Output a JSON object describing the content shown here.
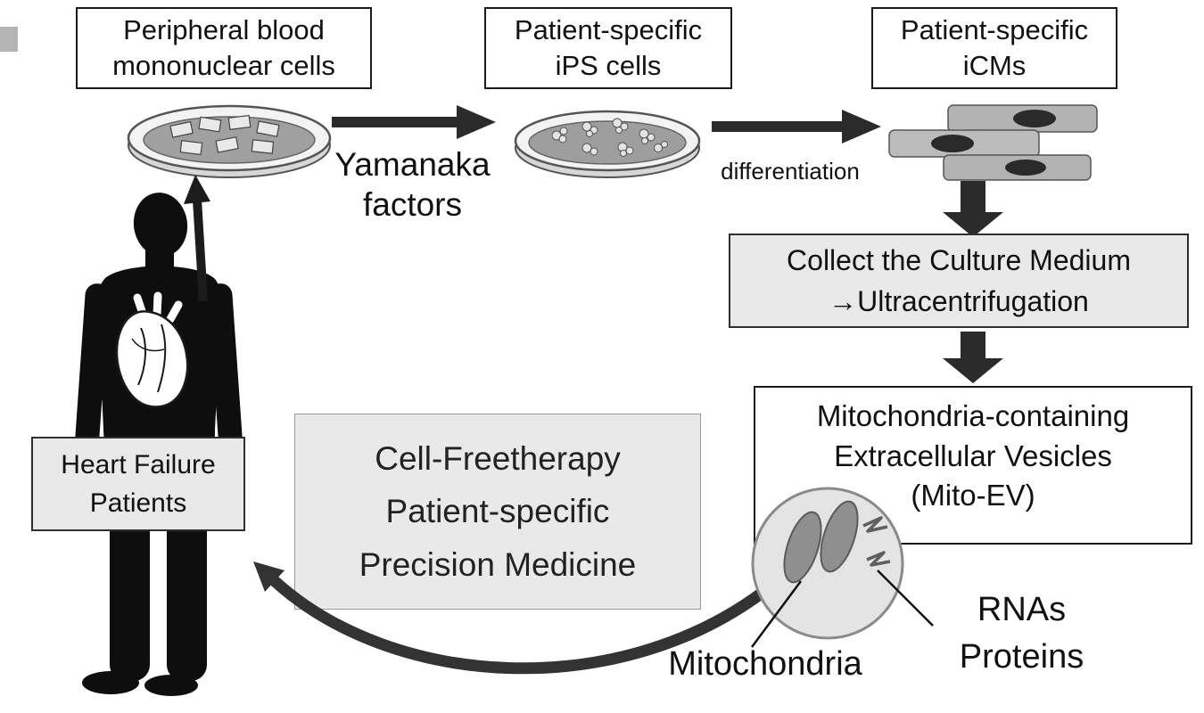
{
  "colors": {
    "background": "#ffffff",
    "box_border": "#1a1a1a",
    "gray_box_bg": "#e9e9e9",
    "text": "#111111",
    "arrow": "#2b2b2b",
    "dish_inner": "#a0a0a0",
    "cell_fill": "#b3b3b3",
    "vesicle_fill": "#e4e4e4",
    "mitochondria_fill": "#8f8f8f",
    "silhouette": "#0e0e0e"
  },
  "top_boxes": [
    {
      "id": "pbmc",
      "lines": [
        "Peripheral blood",
        "mononuclear cells"
      ]
    },
    {
      "id": "ips",
      "lines": [
        "Patient-specific",
        "iPS cells"
      ]
    },
    {
      "id": "icm",
      "lines": [
        "Patient-specific",
        "iCMs"
      ]
    }
  ],
  "labels": {
    "yamanaka": [
      "Yamanaka",
      "factors"
    ],
    "differentiation": "differentiation"
  },
  "collect_box": {
    "lines": [
      "Collect the Culture Medium",
      "→Ultracentrifugation"
    ]
  },
  "mito_ev_box": {
    "lines": [
      "Mitochondria-containing",
      "Extracellular Vesicles",
      "(Mito-EV)"
    ]
  },
  "therapy_box": {
    "lines": [
      "Cell-Freetherapy",
      "Patient-specific",
      "Precision Medicine"
    ]
  },
  "patient_box": {
    "lines": [
      "Heart Failure",
      "Patients"
    ]
  },
  "vesicle_labels": {
    "mitochondria": "Mitochondria",
    "rnas": "RNAs",
    "proteins": "Proteins"
  },
  "icons": {
    "petri_dish": "ellipse-culture-dish",
    "ips_colonies": "dotted-cell-clusters",
    "cardiomyocytes": "elongated-gray-cells-with-nuclei",
    "patient_silhouette": "black-human-figure",
    "heart": "anatomical-heart-outline",
    "vesicle": "circle-with-mitochondria-and-rna",
    "mitochondria_shape": "tilted-dark-ovals",
    "rna_shape": "zigzag-squiggles",
    "right_arrow": "→",
    "down_arrow": "↓",
    "up_arrow": "↑",
    "return_arrow": "curved-arrow-left"
  }
}
